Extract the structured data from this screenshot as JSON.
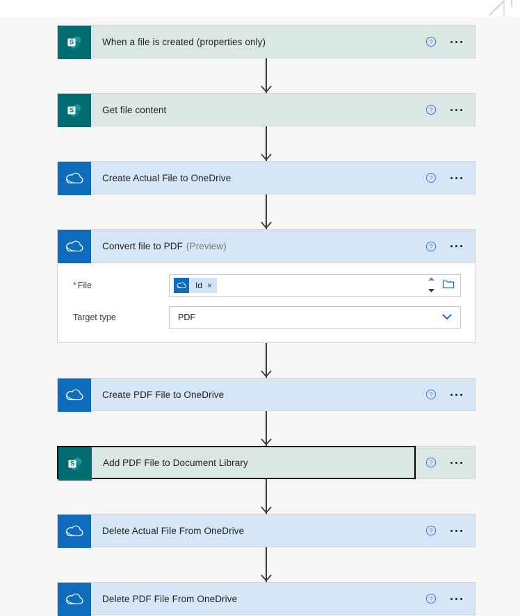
{
  "app": {
    "background": "#f6f6f6",
    "card_border": "#d4d4d4",
    "sharepoint_color": "#036c70",
    "onedrive_color": "#0f6cbd",
    "accent_blue": "#0f6cbd",
    "required_red": "#d13438",
    "selected_border": "#000000"
  },
  "icons": {
    "help": "help-circle-icon",
    "more": "ellipsis-icon",
    "sharepoint": "sharepoint-icon",
    "onedrive": "onedrive-icon",
    "arrow": "arrow-down-icon",
    "folder": "folder-picker-icon",
    "spinner_up": "chevron-up-icon",
    "spinner_down": "chevron-down-icon",
    "dropdown": "chevron-down-icon",
    "token_close": "close-icon"
  },
  "flow": {
    "steps": [
      {
        "id": "when-a-file-is-created",
        "title": "When a file is created (properties only)",
        "suffix": "",
        "connector": "sharepoint",
        "state": "collapsed"
      },
      {
        "id": "get-file-content",
        "title": "Get file content",
        "suffix": "",
        "connector": "sharepoint",
        "state": "collapsed"
      },
      {
        "id": "create-actual-file-to-onedrive",
        "title": "Create Actual File to OneDrive",
        "suffix": "",
        "connector": "onedrive",
        "state": "collapsed"
      },
      {
        "id": "convert-file-to-pdf",
        "title": "Convert file to PDF",
        "suffix": "(Preview)",
        "connector": "onedrive",
        "state": "expanded",
        "fields": [
          {
            "id": "file",
            "label": "File",
            "required": true,
            "type": "token-input",
            "token": {
              "label": "Id",
              "icon": "onedrive-icon",
              "close": "×"
            }
          },
          {
            "id": "target-type",
            "label": "Target type",
            "required": false,
            "type": "dropdown",
            "value": "PDF"
          }
        ]
      },
      {
        "id": "create-pdf-file-to-onedrive",
        "title": "Create PDF File to OneDrive",
        "suffix": "",
        "connector": "onedrive",
        "state": "collapsed"
      },
      {
        "id": "add-pdf-file-to-document-library",
        "title": "Add PDF File to Document Library",
        "suffix": "",
        "connector": "sharepoint",
        "state": "selected"
      },
      {
        "id": "delete-actual-file-from-onedrive",
        "title": "Delete Actual File From OneDrive",
        "suffix": "",
        "connector": "onedrive",
        "state": "collapsed"
      },
      {
        "id": "delete-pdf-file-from-onedrive",
        "title": "Delete PDF File From OneDrive",
        "suffix": "",
        "connector": "onedrive",
        "state": "collapsed"
      }
    ]
  }
}
